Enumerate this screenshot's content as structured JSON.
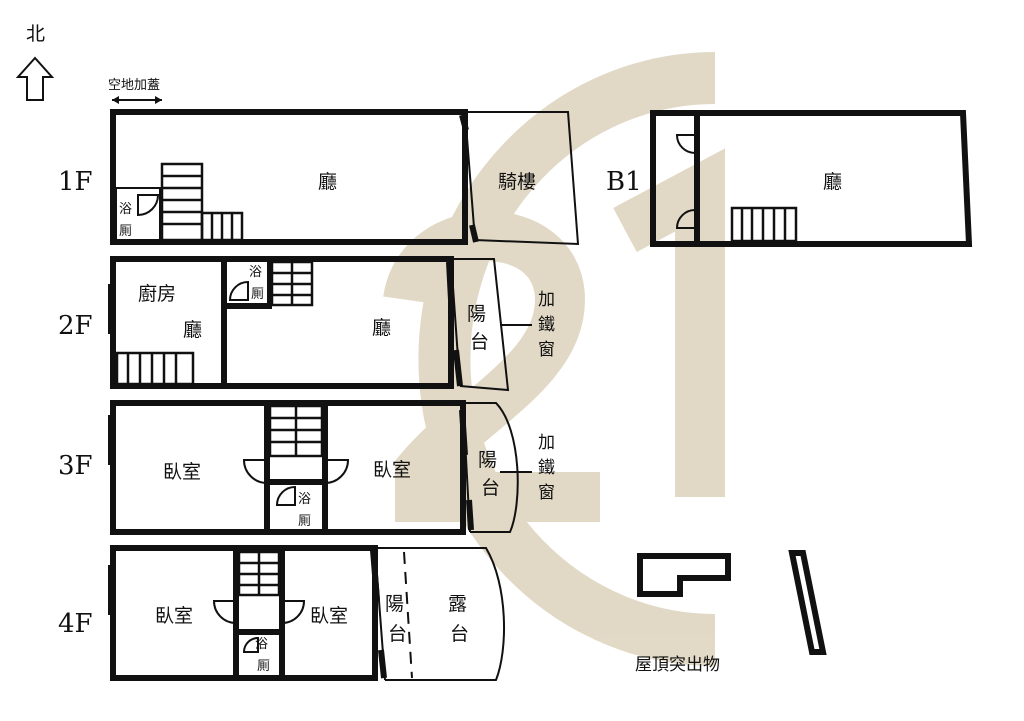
{
  "compass": {
    "label": "北"
  },
  "extension_note": "空地加蓋",
  "watermark": {
    "color": "#e0d8c3"
  },
  "floors": {
    "f1": {
      "name": "1F",
      "hall": "廳",
      "arcade": "騎樓",
      "bath_top": "浴",
      "bath_bottom": "厠"
    },
    "b1": {
      "name": "B1",
      "hall": "廳"
    },
    "f2": {
      "name": "2F",
      "kitchen": "廚房",
      "hall_left": "廳",
      "hall_right": "廳",
      "bath_top": "浴",
      "bath_bottom": "厠",
      "balcony_top": "陽",
      "balcony_bottom": "台",
      "iron_window": [
        "加",
        "鐵",
        "窗"
      ]
    },
    "f3": {
      "name": "3F",
      "bedroom_left": "臥室",
      "bedroom_right": "臥室",
      "bath_top": "浴",
      "bath_bottom": "厠",
      "balcony_top": "陽",
      "balcony_bottom": "台",
      "iron_window": [
        "加",
        "鐵",
        "窗"
      ]
    },
    "f4": {
      "name": "4F",
      "bedroom_left": "臥室",
      "bedroom_right": "臥室",
      "bath_top": "浴",
      "bath_bottom": "厠",
      "balcony_top": "陽",
      "balcony_bottom": "台",
      "terrace_top": "露",
      "terrace_bottom": "台"
    }
  },
  "rooftop": {
    "label": "屋頂突出物"
  }
}
